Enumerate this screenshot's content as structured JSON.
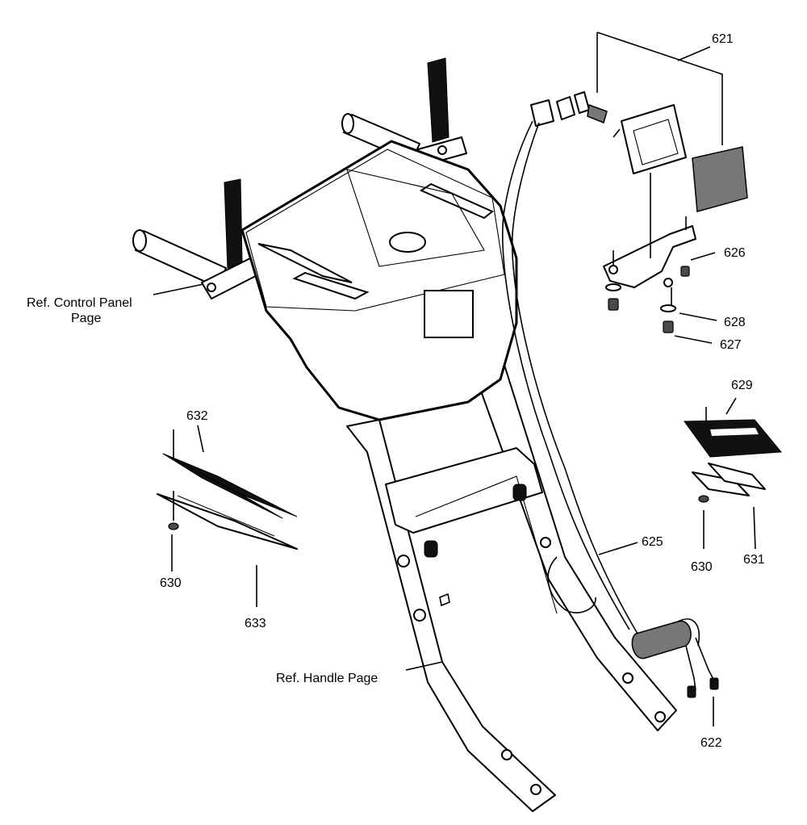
{
  "labels": {
    "p621": "621",
    "p626": "626",
    "p628": "628",
    "p627": "627",
    "p629": "629",
    "p632": "632",
    "p630_left": "630",
    "p633": "633",
    "p625": "625",
    "p630_right": "630",
    "p631": "631",
    "p622": "622",
    "ref_control_panel_line1": "Ref. Control Panel",
    "ref_control_panel_line2": "Page",
    "ref_handle": "Ref. Handle Page"
  }
}
